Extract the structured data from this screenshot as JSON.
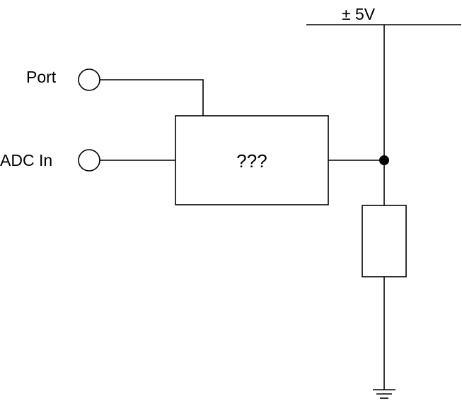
{
  "labels": {
    "port": "Port",
    "adc_in": "ADC In",
    "supply": "± 5V",
    "unknown_block": "???"
  },
  "colors": {
    "stroke": "#000000",
    "background": "#ffffff"
  }
}
